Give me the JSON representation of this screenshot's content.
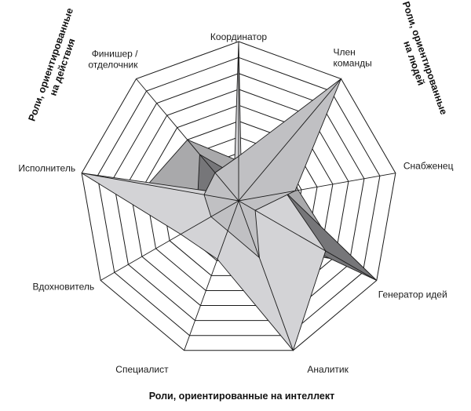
{
  "chart_data": {
    "type": "radar",
    "categories": [
      "Координатор",
      "Член команды",
      "Снабженец",
      "Генератор идей",
      "Аналитик",
      "Специалист",
      "Вдохновитель",
      "Исполнитель",
      "Финишер / отделочник"
    ],
    "category_lines": [
      [
        "Координатор"
      ],
      [
        "Член",
        "команды"
      ],
      [
        "Снабженец"
      ],
      [
        "Генератор идей"
      ],
      [
        "Аналитик"
      ],
      [
        "Специалист"
      ],
      [
        "Вдохновитель"
      ],
      [
        "Исполнитель"
      ],
      [
        "Финишер  /",
        "отделочник"
      ]
    ],
    "rlim": [
      0,
      10
    ],
    "rings": 10,
    "grid": true,
    "series": [
      {
        "values": [
          2.5,
          4.2,
          3.8,
          7.5,
          3.0,
          2.2,
          3.6,
          5.8,
          5.0
        ],
        "color": "#a9a9ab"
      },
      {
        "values": [
          1.5,
          1.6,
          3.0,
          10.0,
          1.2,
          0.5,
          0.8,
          2.6,
          3.8
        ],
        "color": "#767679"
      },
      {
        "values": [
          10.0,
          0.3,
          3.0,
          6.3,
          10.0,
          3.9,
          4.2,
          10.0,
          0.5
        ],
        "color": "#d3d3d6"
      },
      {
        "values": [
          2.8,
          10.0,
          3.6,
          1.2,
          3.8,
          2.0,
          2.0,
          2.2,
          2.3
        ],
        "color": "#c0c0c3"
      }
    ],
    "group_labels": {
      "action": [
        "Роли, ориентированные",
        "на действия"
      ],
      "people": [
        "Роли, ориентированные",
        "на людей"
      ],
      "intellect": "Роли, ориентированные на интеллект"
    }
  }
}
